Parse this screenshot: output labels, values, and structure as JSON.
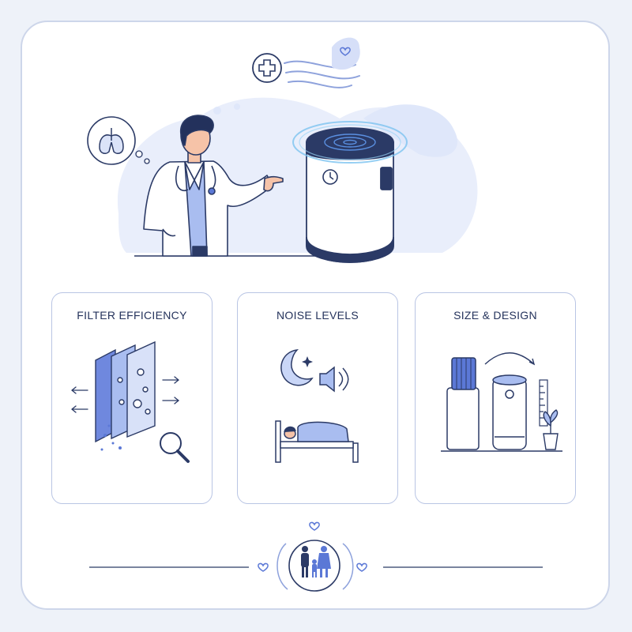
{
  "panels": [
    {
      "title": "FILTER EFFICIENCY",
      "icon": "filter-layers-icon"
    },
    {
      "title": "NOISE LEVELS",
      "icon": "moon-speaker-bed-icon"
    },
    {
      "title": "SIZE & DESIGN",
      "icon": "purifier-size-comparison-icon"
    }
  ],
  "hero": {
    "icons": [
      "medical-cross-icon",
      "lungs-icon",
      "doctor-illustration",
      "air-purifier-illustration",
      "clock-icon"
    ]
  },
  "footer": {
    "icon": "family-icon"
  },
  "colors": {
    "accent": "#5b78d6",
    "accent_light": "#c9d6f7",
    "outline": "#2b3a66",
    "blob": "#e7edfb"
  }
}
